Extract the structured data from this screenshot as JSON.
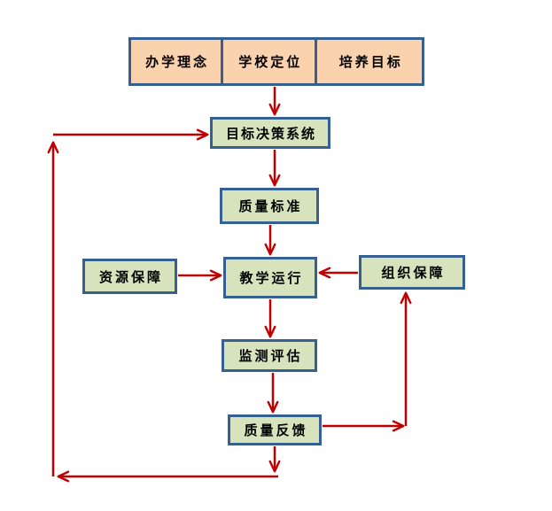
{
  "colors": {
    "background": "#ffffff",
    "box_border": "#376092",
    "top_row_fill": "#fbd2ae",
    "node_fill": "#d6e3bc",
    "arrow": "#c00000",
    "text": "#000000"
  },
  "diagram": {
    "top_row": [
      {
        "label": "办学理念"
      },
      {
        "label": "学校定位"
      },
      {
        "label": "培养目标"
      }
    ],
    "nodes": {
      "decision": {
        "label": "目标决策系统"
      },
      "standard": {
        "label": "质量标准"
      },
      "resource": {
        "label": "资源保障"
      },
      "teaching": {
        "label": "教学运行"
      },
      "organization": {
        "label": "组织保障"
      },
      "monitor": {
        "label": "监测评估"
      },
      "feedback": {
        "label": "质量反馈"
      }
    },
    "edges": [
      {
        "from": "学校定位",
        "to": "目标决策系统"
      },
      {
        "from": "目标决策系统",
        "to": "质量标准"
      },
      {
        "from": "质量标准",
        "to": "教学运行"
      },
      {
        "from": "资源保障",
        "to": "教学运行"
      },
      {
        "from": "组织保障",
        "to": "教学运行"
      },
      {
        "from": "教学运行",
        "to": "监测评估"
      },
      {
        "from": "监测评估",
        "to": "质量反馈"
      },
      {
        "from": "质量反馈",
        "to": "目标决策系统",
        "via": "left-feedback-loop"
      },
      {
        "from": "质量反馈",
        "to": "组织保障",
        "via": "right-feedback-loop"
      }
    ]
  }
}
